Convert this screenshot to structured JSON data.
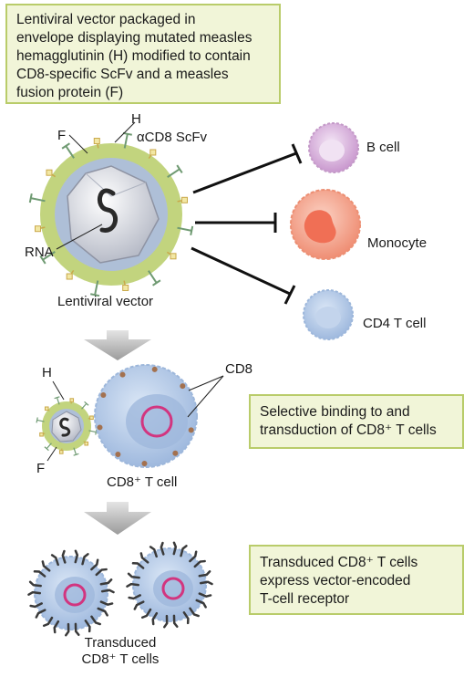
{
  "boxes": {
    "top": "Lentiviral vector packaged in\nenvelope displaying mutated measles\nhemagglutinin (H) modified to contain\nCD8-specific ScFv and a measles\nfusion protein (F)",
    "middle": "Selective binding to and\ntransduction of CD8⁺ T cells",
    "bottom": "Transduced CD8⁺ T cells\nexpress vector-encoded\nT-cell receptor"
  },
  "labels": {
    "H_top": "H",
    "F_top": "F",
    "scfv": "αCD8 ScFv",
    "rna": "RNA",
    "lentiviral_vector": "Lentiviral vector",
    "b_cell": "B cell",
    "monocyte": "Monocyte",
    "cd4_t_cell": "CD4 T cell",
    "cd8": "CD8",
    "H_mid": "H",
    "F_mid": "F",
    "cd8_t_cell": "CD8⁺ T cell",
    "transduced": "Transduced\nCD8⁺ T cells"
  },
  "colors": {
    "box_fill": "#f1f5d8",
    "box_border": "#b9cc6a",
    "envelope": "#c2d47e",
    "b_cell": "#d9b2dc",
    "monocyte": "#f3a088",
    "t_cell": "#b5cbe8",
    "cd8_dots": "#a3714f",
    "nucleus_ring": "#d2357f",
    "arrow": "#b0b0b0"
  }
}
